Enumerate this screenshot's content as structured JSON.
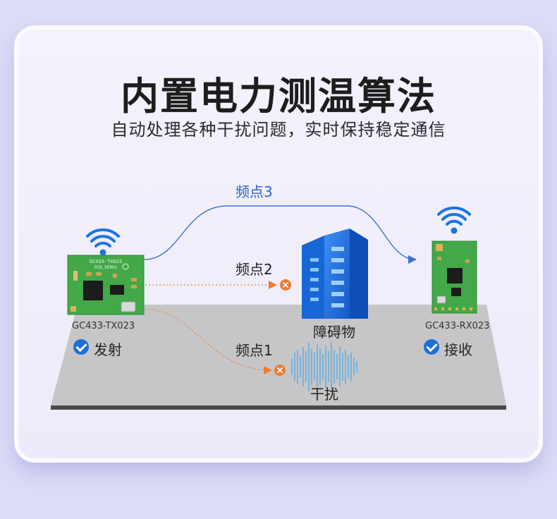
{
  "title": "内置电力测温算法",
  "subtitle": "自动处理各种干扰问题，实时保持稳定通信",
  "paths": {
    "ch3": "频点3",
    "ch2": "频点2",
    "ch1": "频点1"
  },
  "obstacle_label": "障碍物",
  "interference_label": "干扰",
  "transmitter": {
    "model": "GC433-TX023",
    "role": "发射"
  },
  "receiver": {
    "model": "GC433-RX023",
    "role": "接收"
  },
  "colors": {
    "accent": "#2a62c9",
    "blocked": "#f07b30",
    "board": "#4caf50",
    "building": "#1a73e6"
  }
}
